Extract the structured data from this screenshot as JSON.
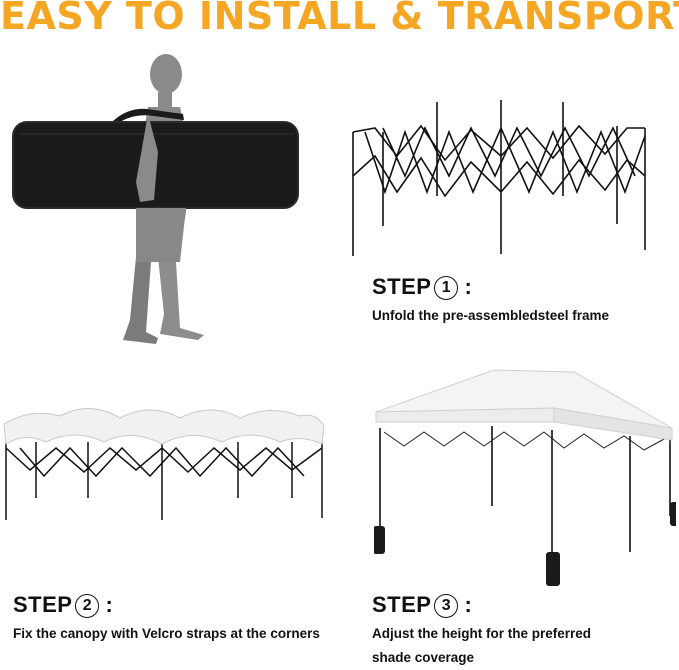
{
  "headline": "EASY TO INSTALL & TRANSPORT",
  "steps": [
    {
      "label": "STEP",
      "number": "1",
      "colon": ":",
      "description": "Unfold the pre-assembledsteel frame"
    },
    {
      "label": "STEP",
      "number": "2",
      "colon": ":",
      "description": "Fix the canopy with Velcro straps at the corners"
    },
    {
      "label": "STEP",
      "number": "3",
      "colon": ":",
      "description": "Adjust the height for the preferred shade coverage"
    }
  ],
  "colors": {
    "accent": "#f5a623",
    "bag": "#1a1a1a",
    "person": "#8a8a88",
    "frame": "#111111",
    "canopy": "#f3f3f3"
  },
  "illustrations": [
    "person-carrying-bag",
    "folded-steel-frame",
    "frame-with-canopy",
    "assembled-canopy-tent"
  ]
}
